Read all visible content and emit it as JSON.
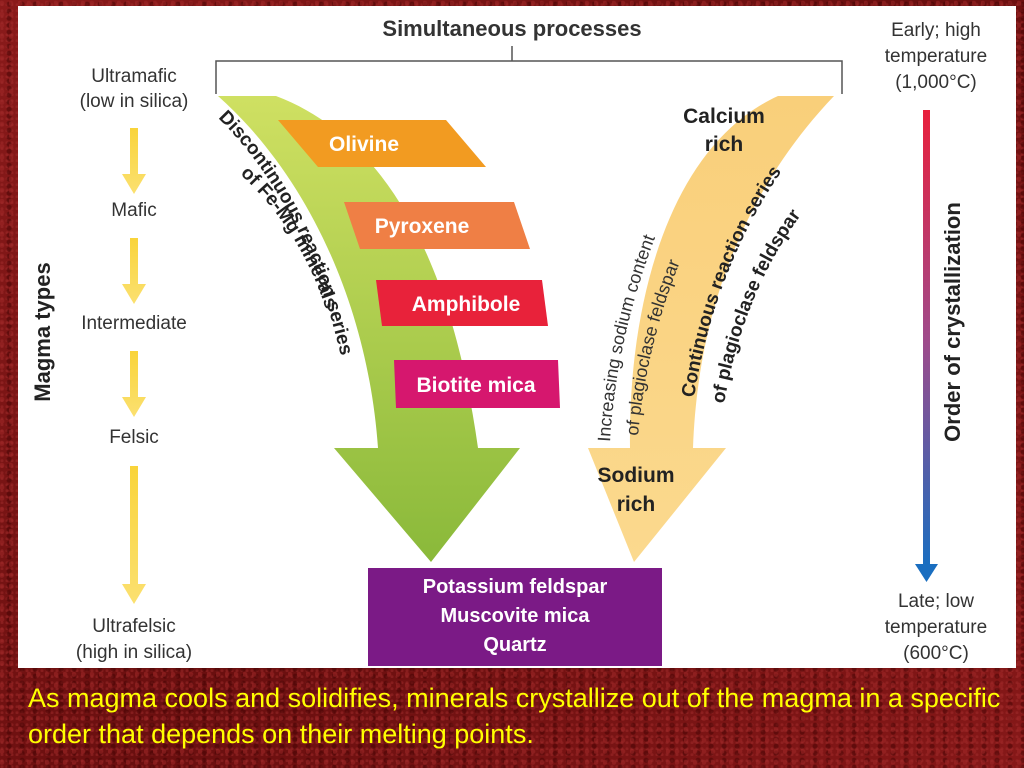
{
  "header": {
    "title": "Simultaneous processes"
  },
  "temperature": {
    "early_line1": "Early; high",
    "early_line2": "temperature",
    "early_line3": "(1,000°C)",
    "late_line1": "Late; low",
    "late_line2": "temperature",
    "late_line3": "(600°C)",
    "axis_label": "Order of crystallization"
  },
  "magma": {
    "axis_label": "Magma types",
    "types": {
      "ultramafic_1": "Ultramafic",
      "ultramafic_2": "(low in silica)",
      "mafic": "Mafic",
      "intermediate": "Intermediate",
      "felsic": "Felsic",
      "ultrafelsic_1": "Ultrafelsic",
      "ultrafelsic_2": "(high in silica)"
    }
  },
  "discontinuous": {
    "label_1": "Discontinuous reaction series",
    "label_2": "of Fe-Mg minerals",
    "minerals": [
      "Olivine",
      "Pyroxene",
      "Amphibole",
      "Biotite mica"
    ]
  },
  "continuous": {
    "label_1": "Continuous reaction series",
    "label_2": "of plagioclase feldspar",
    "inner_1": "Increasing sodium content",
    "inner_2": "of plagioclase feldspar",
    "top_1": "Calcium",
    "top_2": "rich",
    "bottom_1": "Sodium",
    "bottom_2": "rich"
  },
  "final_minerals": [
    "Potassium feldspar",
    "Muscovite mica",
    "Quartz"
  ],
  "caption": "As magma cools and solidifies, minerals crystallize out of the magma in a specific order that depends on their melting points.",
  "colors": {
    "green_arrow_top": "#cde05a",
    "green_arrow_bottom": "#8cbd3a",
    "tan_arrow": "#f7cf7a",
    "olivine": "#f29b21",
    "pyroxene": "#ef7f45",
    "amphibole": "#e8223a",
    "biotite": "#d6176e",
    "final_box": "#7b1a86",
    "magma_arrow": "#f5cb2e",
    "caption": "#ffff00"
  }
}
